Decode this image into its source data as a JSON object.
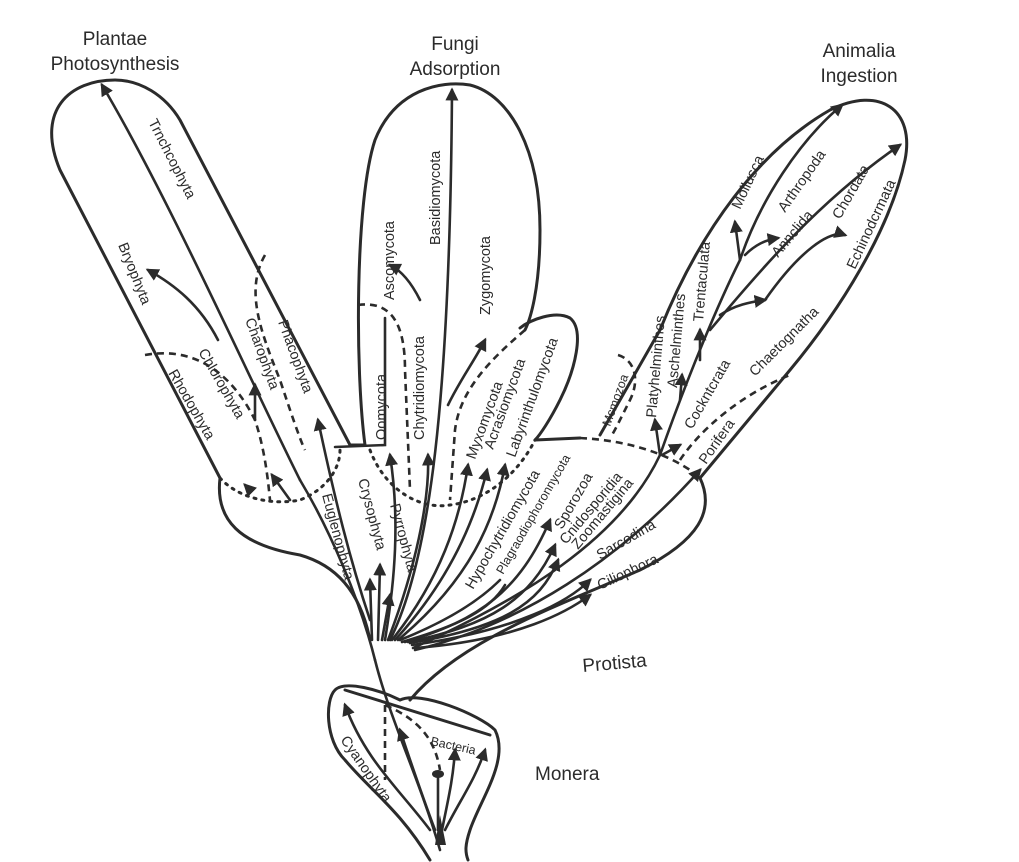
{
  "kingdoms": {
    "plantae": {
      "name": "Plantae",
      "mode": "Photosynthesis"
    },
    "fungi": {
      "name": "Fungi",
      "mode": "Adsorption"
    },
    "animalia": {
      "name": "Animalia",
      "mode": "Ingestion"
    },
    "protista": {
      "name": "Protista"
    },
    "monera": {
      "name": "Monera"
    }
  },
  "taxa": {
    "plantae": [
      "Trnchcophyta",
      "Bryophyta",
      "Chlorophyta",
      "Rhodophyta",
      "Charophyta",
      "Phacophyta"
    ],
    "fungi": [
      "Basidiomycota",
      "Ascomycota",
      "Zygomycota",
      "Chytridiomycota",
      "Oomycota"
    ],
    "slime_molds": [
      "Myxomycota",
      "Acrasiomycota",
      "Labyrinthulomycota"
    ],
    "protista": [
      "Euglenophyta",
      "Crysophyta",
      "Pyrrophyta",
      "Hypochytridiomycota",
      "Plagraodiophoronnycota",
      "Sporozoa",
      "Cnidosporidia",
      "Zoomastigina",
      "Sarcodina",
      "Ciliophora"
    ],
    "animalia": [
      "Mollusca",
      "Arthropoda",
      "Annclida",
      "Chordata",
      "Echinodcrmata",
      "Trentaculata",
      "Chaetognatha",
      "Cockntcrata",
      "Porifera",
      "Aschelminthes",
      "Platyhelminthes",
      "Mcmozoa"
    ],
    "monera": [
      "Cyanophyta",
      "Bacteria"
    ]
  }
}
